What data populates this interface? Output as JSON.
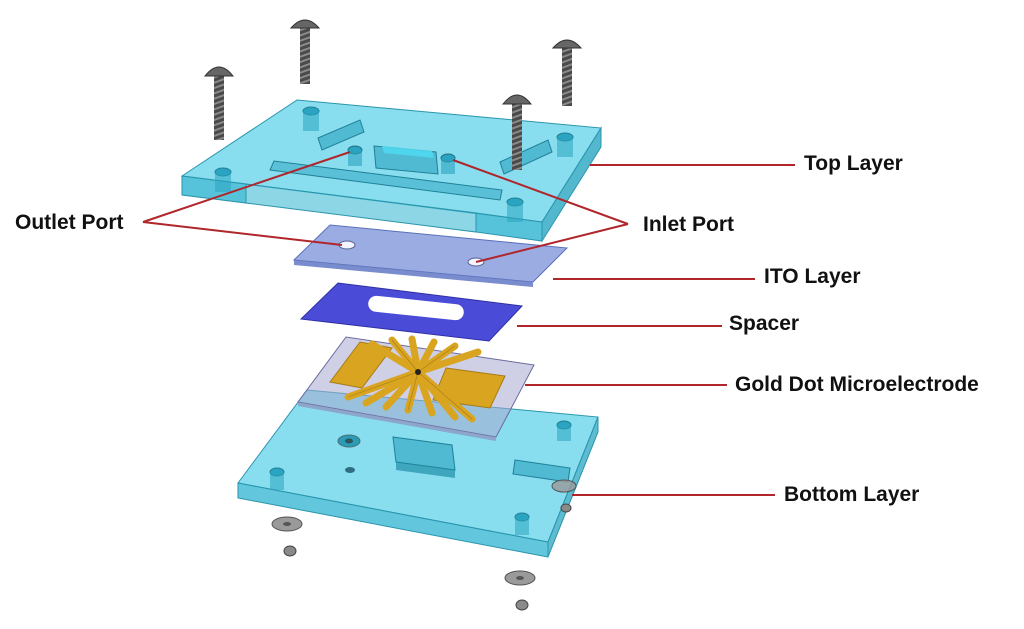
{
  "labels": {
    "top_layer": "Top Layer",
    "outlet_port": "Outlet Port",
    "inlet_port": "Inlet Port",
    "ito_layer": "ITO Layer",
    "spacer": "Spacer",
    "gold_dot_microelectrode": "Gold Dot Microelectrode",
    "bottom_layer": "Bottom Layer"
  },
  "colors": {
    "acrylic": "#3fc8e4",
    "ito": "#8a9ede",
    "spacer": "#4a4bd6",
    "gold": "#d9a521",
    "leader_line": "#b0262b",
    "hardware": "#555555"
  }
}
